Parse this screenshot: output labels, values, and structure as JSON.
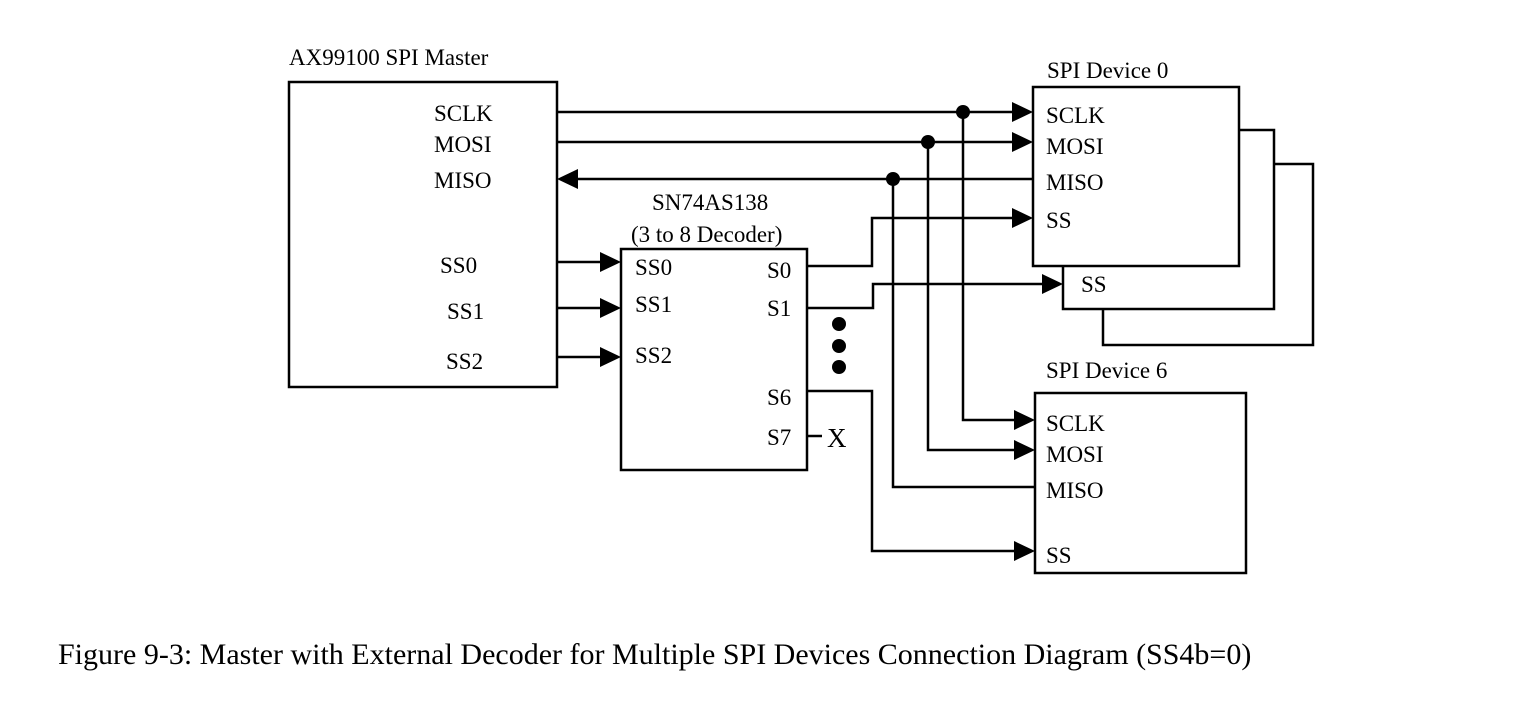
{
  "master": {
    "title": "AX99100 SPI Master",
    "pins": {
      "sclk": "SCLK",
      "mosi": "MOSI",
      "miso": "MISO",
      "ss0": "SS0",
      "ss1": "SS1",
      "ss2": "SS2"
    }
  },
  "decoder": {
    "title": "SN74AS138",
    "subtitle": "(3 to 8 Decoder)",
    "inputs": {
      "ss0": "SS0",
      "ss1": "SS1",
      "ss2": "SS2"
    },
    "outputs": {
      "s0": "S0",
      "s1": "S1",
      "s6": "S6",
      "s7": "S7"
    },
    "unconnected_mark": "X"
  },
  "device0": {
    "title": "SPI Device 0",
    "pins": {
      "sclk": "SCLK",
      "mosi": "MOSI",
      "miso": "MISO",
      "ss": "SS"
    }
  },
  "device1": {
    "pins": {
      "ss": "SS"
    }
  },
  "device6": {
    "title": "SPI Device 6",
    "pins": {
      "sclk": "SCLK",
      "mosi": "MOSI",
      "miso": "MISO",
      "ss": "SS"
    }
  },
  "caption": "Figure 9-3: Master with External Decoder for Multiple SPI Devices Connection Diagram (SS4b=0)"
}
